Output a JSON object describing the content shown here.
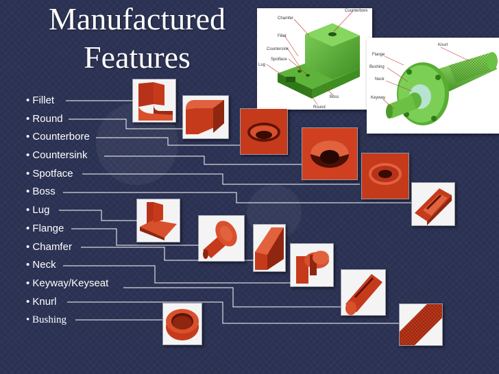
{
  "title": {
    "line1": "Manufactured",
    "line2": "Features"
  },
  "features": [
    "Fillet",
    "Round",
    "Counterbore",
    "Countersink",
    "Spotface",
    "Boss",
    "Lug",
    "Flange",
    "Chamfer",
    "Neck",
    "Keyway/Keyseat",
    "Knurl",
    "Bushing"
  ],
  "diagram_left": {
    "labels": [
      "Counterbore",
      "Chamfer",
      "Fillet",
      "Countersink",
      "Spotface",
      "Lug",
      "Boss",
      "Round"
    ]
  },
  "diagram_right": {
    "labels": [
      "Knurl",
      "Flange",
      "Bushing",
      "Neck",
      "Keyway"
    ]
  },
  "colors": {
    "background": "#2b3152",
    "part_red": "#c63a1c",
    "part_green": "#4a9a2a",
    "line": "#ffffff"
  }
}
